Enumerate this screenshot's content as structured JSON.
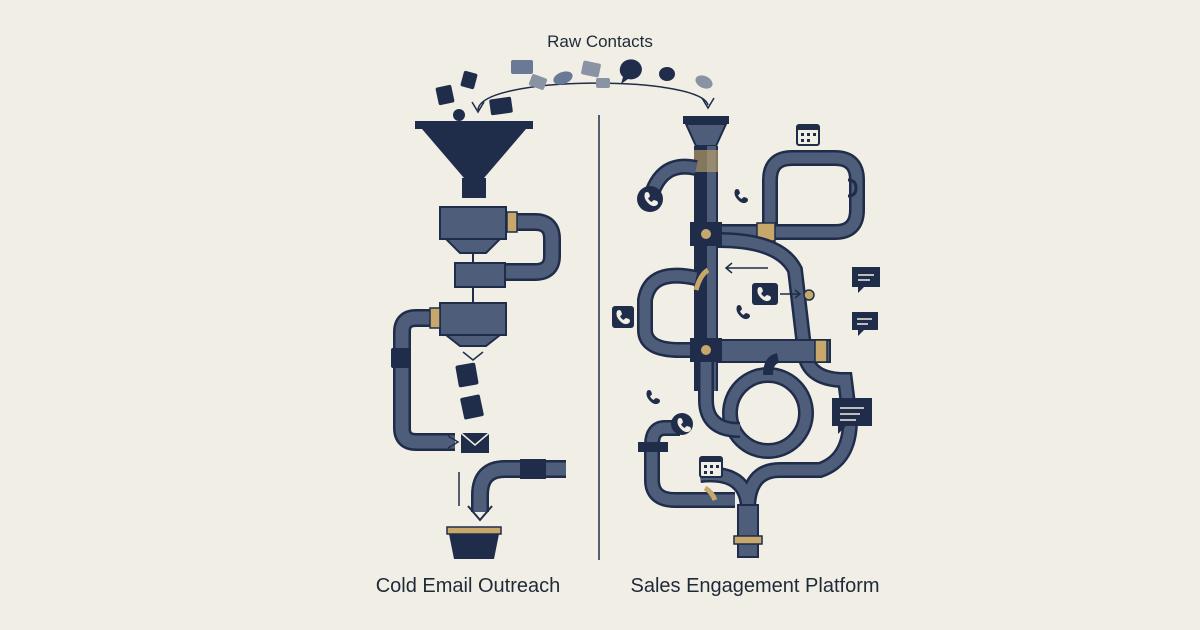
{
  "labels": {
    "top": "Raw Contacts",
    "left": "Cold Email Outreach",
    "right": "Sales Engagement Platform"
  },
  "colors": {
    "background": "#f1eee6",
    "navy": "#1f2d4a",
    "slate": "#4d5d7a",
    "slate_light": "#6a7a96",
    "gold": "#c8a86a",
    "gray": "#8a93a3"
  },
  "icons": {
    "contact_shapes": [
      "document-icon",
      "envelope-icon",
      "circle-icon",
      "rectangle-icon",
      "chat-bubble-icon"
    ],
    "left_flow": [
      "funnel-icon",
      "filter-icon",
      "document-icon",
      "envelope-icon",
      "bucket-icon"
    ],
    "right_flow": [
      "calendar-icon",
      "phone-icon",
      "chat-bubble-icon"
    ]
  }
}
